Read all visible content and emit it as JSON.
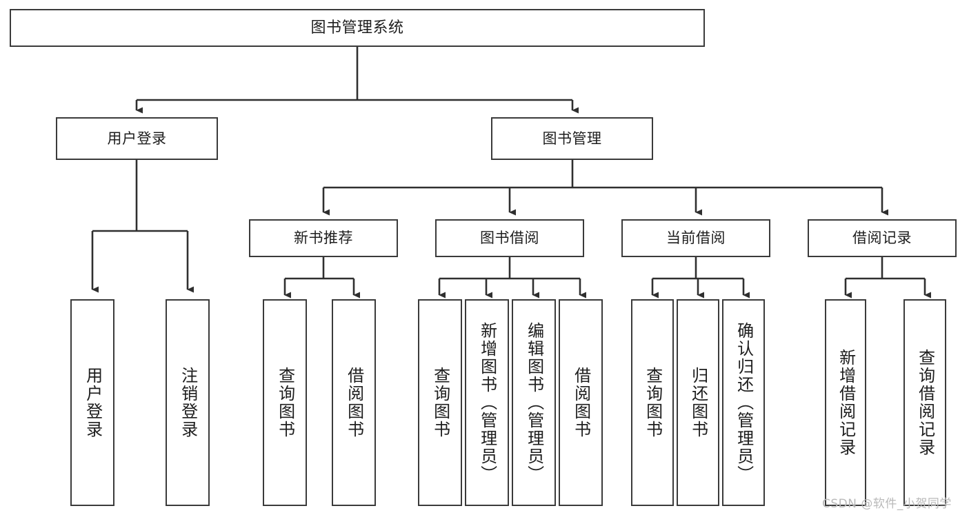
{
  "diagram": {
    "title": "图书管理系统",
    "watermark": "CSDN @软件_小贺同学",
    "colors": {
      "stroke": "#3a3a3a",
      "fill": "#ffffff",
      "text": "#1d1d1d",
      "watermark": "#b9b9b9"
    }
  },
  "nodes": {
    "root": {
      "label": "图书管理系统"
    },
    "level2": [
      {
        "label": "用户登录"
      },
      {
        "label": "图书管理"
      }
    ],
    "level3": [
      {
        "label": "新书推荐"
      },
      {
        "label": "图书借阅"
      },
      {
        "label": "当前借阅"
      },
      {
        "label": "借阅记录"
      }
    ],
    "leaves": {
      "user_login": [
        {
          "label": "用户登录"
        },
        {
          "label": "注销登录"
        }
      ],
      "new_book": [
        {
          "label": "查询图书"
        },
        {
          "label": "借阅图书"
        }
      ],
      "book_borrow": [
        {
          "label": "查询图书"
        },
        {
          "label": "新增图书（管理员）"
        },
        {
          "label": "编辑图书（管理员）"
        },
        {
          "label": "借阅图书"
        }
      ],
      "current_borrow": [
        {
          "label": "查询图书"
        },
        {
          "label": "归还图书"
        },
        {
          "label": "确认归还（管理员）"
        }
      ],
      "borrow_record": [
        {
          "label": "新增借阅记录"
        },
        {
          "label": "查询借阅记录"
        }
      ]
    }
  }
}
